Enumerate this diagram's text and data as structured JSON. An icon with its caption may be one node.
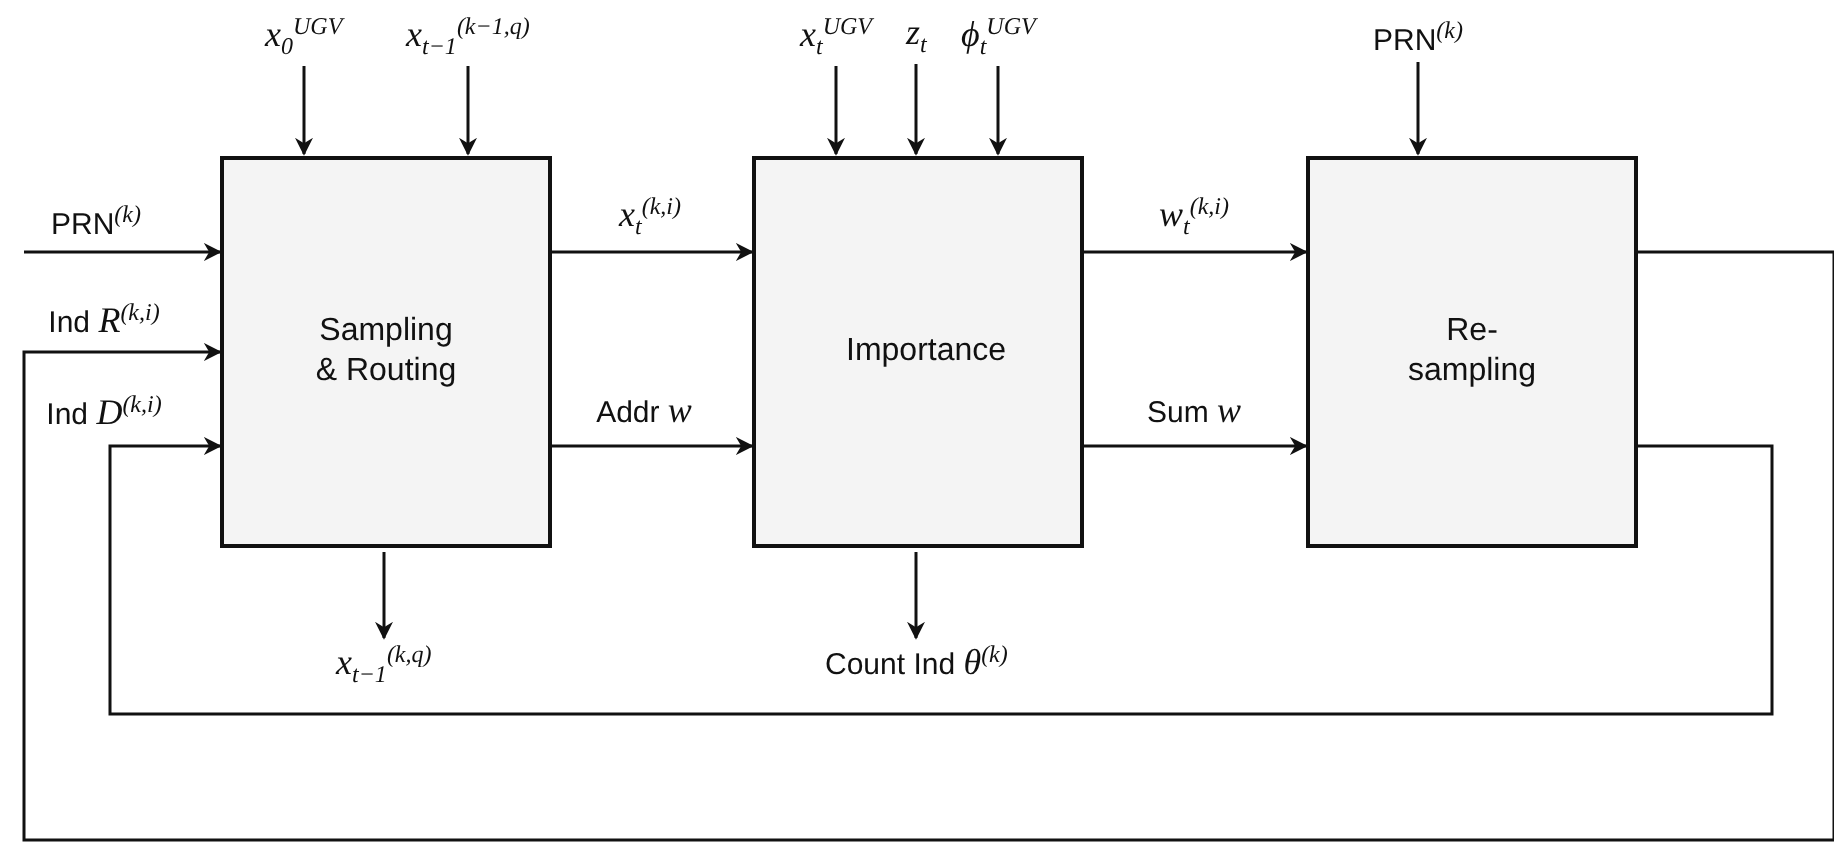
{
  "diagram": {
    "nodes": [
      {
        "text": [
          "Sampling & Routing"
        ]
      },
      {
        "text": [
          "Importance"
        ]
      },
      {
        "text": [
          "Re-sampling"
        ]
      },
      {
        "text": [
          "*x*$_{0}$$^{UGV}$"
        ]
      },
      {
        "text": [
          "*x*$_{t−1}$$^{(k−1,q)}$"
        ]
      },
      {
        "text": [
          "*x*$_{t}$$^{UGV}$"
        ]
      },
      {
        "text": [
          "*z*$_{t}$"
        ]
      },
      {
        "text": [
          "*ϕ*$_{t}$$^{UGV}$"
        ]
      },
      {
        "text": [
          "PRN$^{(k)}$"
        ]
      },
      {
        "text": [
          "*x*$_{t−1}$$^{(k,q)}$"
        ]
      },
      {
        "text": [
          "Count Ind *θ*$^{(k)}$"
        ]
      }
    ],
    "edges": [
      {
        "from": null,
        "to": 0,
        "arrow": "to",
        "label": "PRN$^{(k)}$"
      },
      {
        "from": 2,
        "to": 0,
        "arrow": "to",
        "label": "Ind *R*$^{(k,i)}$"
      },
      {
        "from": 2,
        "to": 0,
        "arrow": "to",
        "label": "Ind *D*$^{(k,i)}$"
      },
      {
        "from": 3,
        "to": 0,
        "arrow": "to"
      },
      {
        "from": 4,
        "to": 0,
        "arrow": "to"
      },
      {
        "from": 0,
        "to": 1,
        "arrow": "to",
        "label": "*x*$_{t}$$^{(k,i)}$"
      },
      {
        "from": 0,
        "to": 1,
        "arrow": "to",
        "label": "Addr *w*"
      },
      {
        "from": 5,
        "to": 1,
        "arrow": "to"
      },
      {
        "from": 6,
        "to": 1,
        "arrow": "to"
      },
      {
        "from": 7,
        "to": 1,
        "arrow": "to"
      },
      {
        "from": 1,
        "to": 2,
        "arrow": "to",
        "label": "*w*$_{t}$$^{(k,i)}$"
      },
      {
        "from": 1,
        "to": 2,
        "arrow": "to",
        "label": "Sum *w*"
      },
      {
        "from": 8,
        "to": 2,
        "arrow": "to"
      },
      {
        "from": 0,
        "to": 9,
        "arrow": "to"
      },
      {
        "from": 1,
        "to": 10,
        "arrow": "to"
      }
    ]
  }
}
